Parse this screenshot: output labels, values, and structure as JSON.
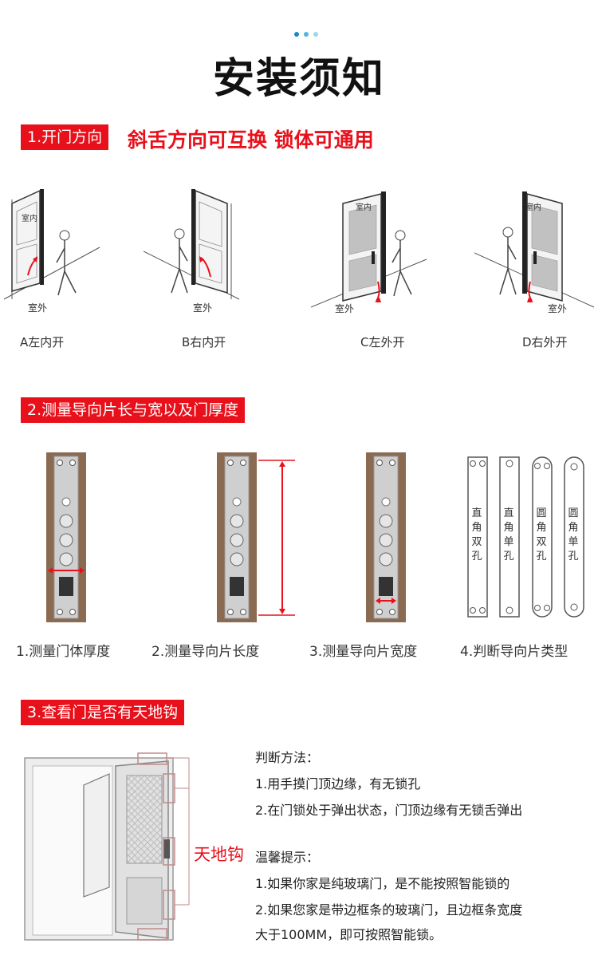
{
  "header": {
    "title": "安装须知",
    "dot_colors": [
      "#1a86d0",
      "#4fb3e8",
      "#9dd6f2"
    ]
  },
  "colors": {
    "accent_red": "#e8101b",
    "wood": "#8b6a52",
    "steel": "#c9c9c9"
  },
  "section1": {
    "label": "1.开门方向",
    "subtitle": "斜舌方向可互换 锁体可通用",
    "inner_label": "室内",
    "outer_label": "室外",
    "doors": [
      {
        "caption": "A左内开"
      },
      {
        "caption": "B右内开"
      },
      {
        "caption": "C左外开"
      },
      {
        "caption": "D右外开"
      }
    ]
  },
  "section2": {
    "label": "2.测量导向片长与宽以及门厚度",
    "steps": [
      {
        "caption": "1.测量门体厚度"
      },
      {
        "caption": "2.测量导向片长度"
      },
      {
        "caption": "3.测量导向片宽度"
      },
      {
        "caption": "4.判断导向片类型"
      }
    ],
    "plate_types": [
      "直角双孔",
      "直角单孔",
      "圆角双孔",
      "圆角单孔"
    ]
  },
  "section3": {
    "label": "3.查看门是否有天地钩",
    "hook_label": "天地钩",
    "method_title": "判断方法：",
    "method_items": [
      "1.用手摸门顶边缘，有无锁孔",
      "2.在门锁处于弹出状态，门顶边缘有无锁舌弹出"
    ],
    "tips_title": "温馨提示：",
    "tips_items": [
      "1.如果你家是纯玻璃门，是不能按照智能锁的",
      "2.如果您家是带边框条的玻璃门，且边框条宽度",
      "大于100MM，即可按照智能锁。"
    ]
  }
}
